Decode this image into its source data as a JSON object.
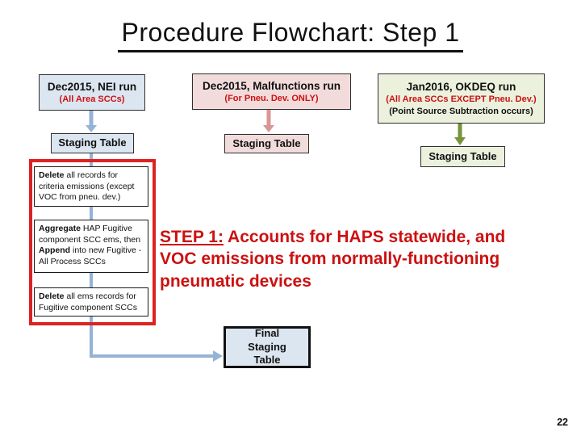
{
  "slide": {
    "title": "Procedure Flowchart: Step 1",
    "page_number": "22"
  },
  "columns": [
    {
      "name": "nei-run",
      "box": {
        "line1": "Dec2015, NEI run",
        "line2": "(All Area SCCs)"
      },
      "staging_label": "Staging Table",
      "colors": {
        "fill": "#dce6f1",
        "arrow": "#95b3d7"
      }
    },
    {
      "name": "malfunctions-run",
      "box": {
        "line1": "Dec2015, Malfunctions run",
        "line2": "(For Pneu. Dev. ONLY)"
      },
      "staging_label": "Staging Table",
      "colors": {
        "fill": "#f2dcdb",
        "arrow": "#d99694"
      }
    },
    {
      "name": "okdeq-run",
      "box": {
        "line1": "Jan2016, OKDEQ run",
        "line2": "(All Area SCCs EXCEPT Pneu. Dev.)",
        "line3": "(Point Source Subtraction occurs)"
      },
      "staging_label": "Staging Table",
      "colors": {
        "fill": "#ebf1dd",
        "arrow": "#77933c"
      }
    }
  ],
  "process_steps": [
    {
      "b1": "Delete",
      "t1": " all records for criteria emissions (except VOC from pneu. dev.)"
    },
    {
      "b1": "Aggregate",
      "t1": " HAP Fugitive component SCC ems, then ",
      "b2": "Append",
      "t2": " into new Fugitive - All Process SCCs"
    },
    {
      "b1": "Delete",
      "t1": " all ems records for Fugitive component SCCs"
    }
  ],
  "step_note": {
    "label": "STEP 1:",
    "text": " Accounts for HAPS statewide, and VOC emissions from normally-functioning pneumatic devices"
  },
  "final_box": {
    "label": "Final Staging Table"
  },
  "colors": {
    "red_text": "#cc1111",
    "red_group_border": "#dd2222",
    "connector_blue": "#95b3d7",
    "box_border": "#2e2e2e"
  }
}
